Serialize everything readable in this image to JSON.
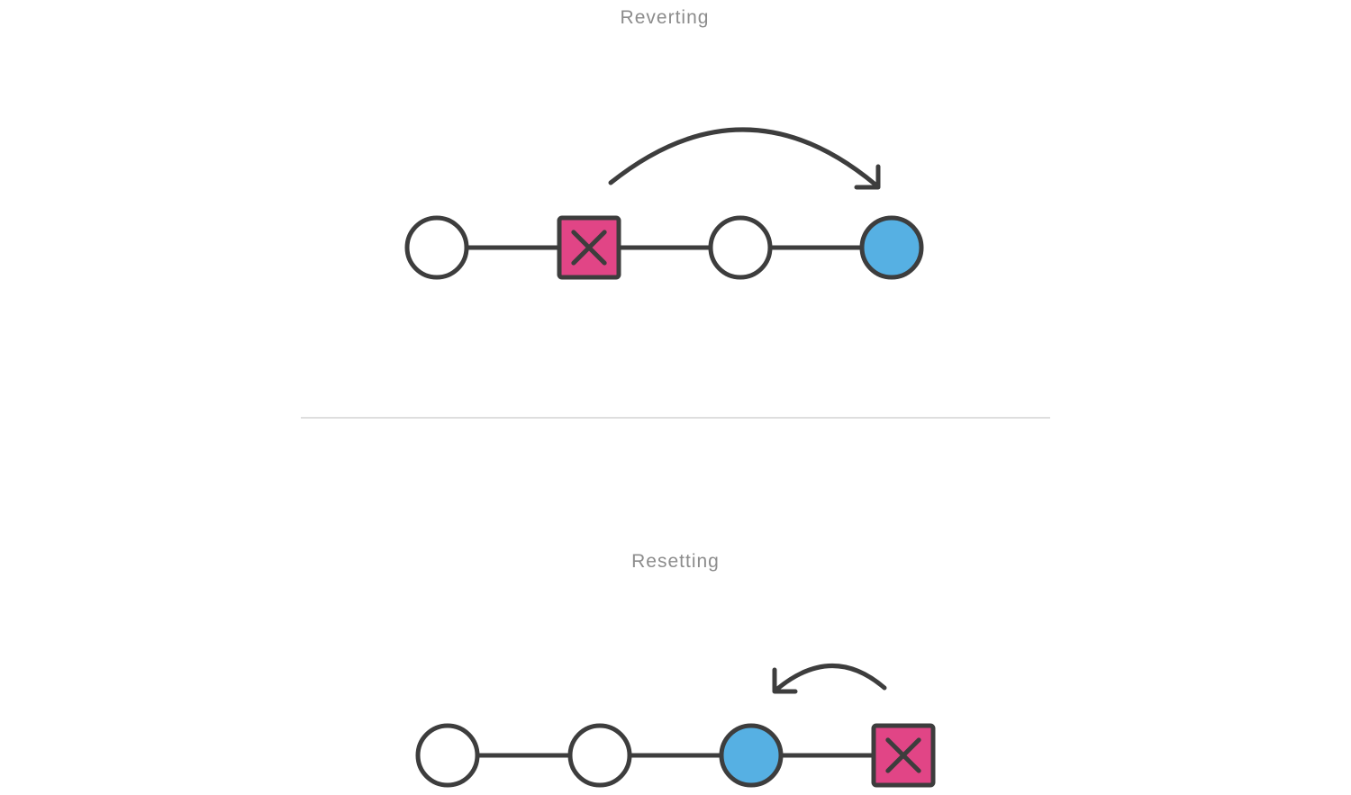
{
  "colors": {
    "stroke": "#3d3d3d",
    "node_plain_fill": "#ffffff",
    "node_head_fill": "#56b0e3",
    "node_bad_fill": "#e14586",
    "divider": "#dedede",
    "title_text": "#8c8c8c"
  },
  "panels": {
    "reverting": {
      "title": "Reverting",
      "nodes": [
        {
          "kind": "commit",
          "state": "plain"
        },
        {
          "kind": "bad-commit",
          "state": "bad"
        },
        {
          "kind": "commit",
          "state": "plain"
        },
        {
          "kind": "commit",
          "state": "head"
        }
      ],
      "arrow_direction": "forward"
    },
    "resetting": {
      "title": "Resetting",
      "nodes": [
        {
          "kind": "commit",
          "state": "plain"
        },
        {
          "kind": "commit",
          "state": "plain"
        },
        {
          "kind": "commit",
          "state": "head"
        },
        {
          "kind": "bad-commit",
          "state": "bad"
        }
      ],
      "arrow_direction": "backward"
    }
  }
}
